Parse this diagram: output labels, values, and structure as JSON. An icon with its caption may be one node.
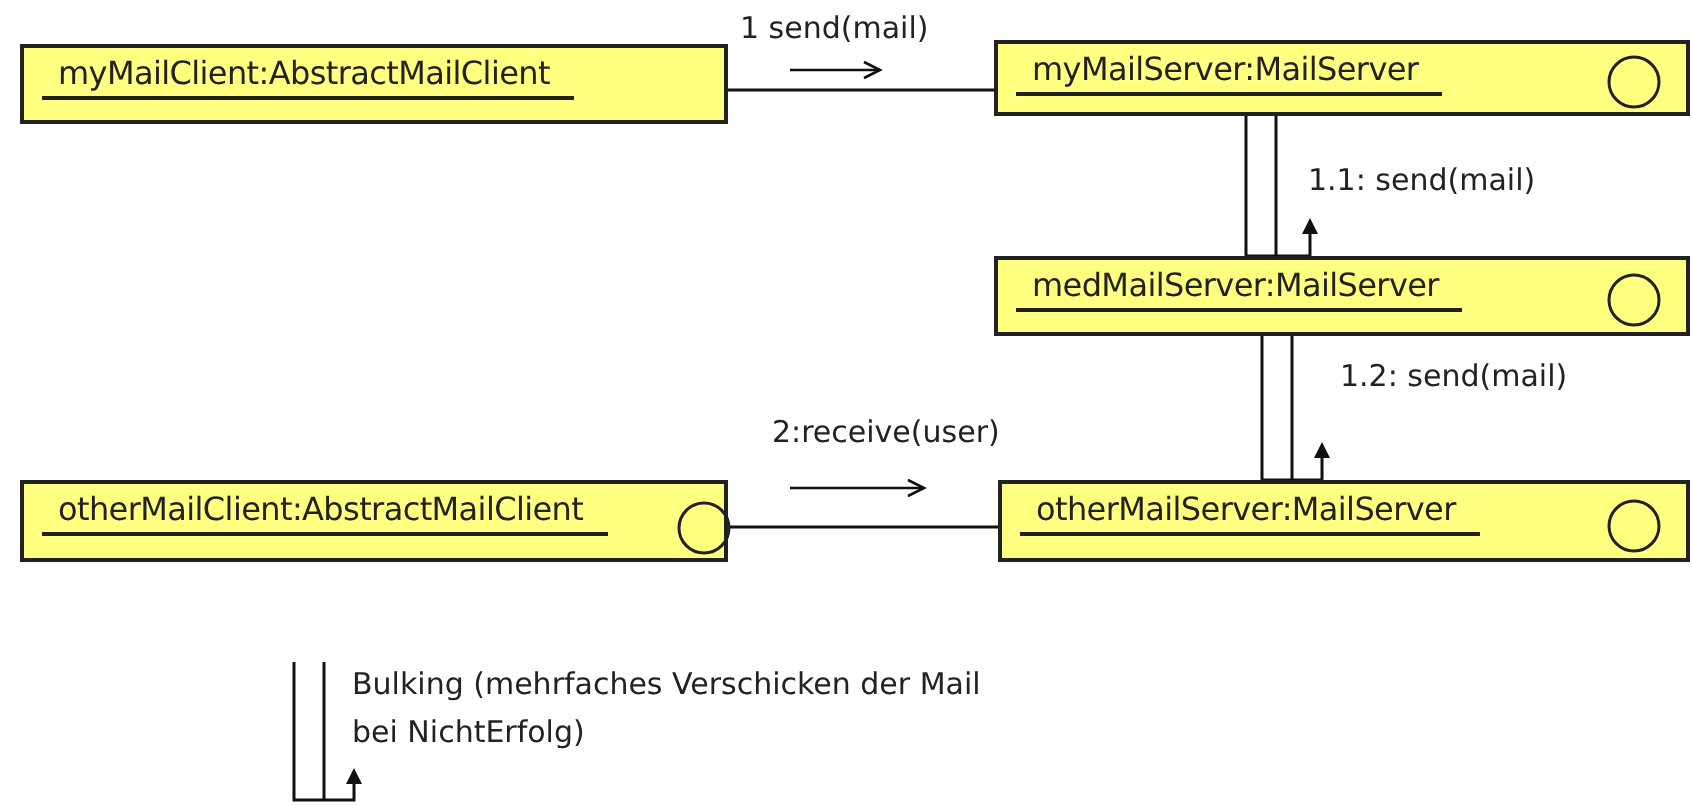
{
  "diagram": {
    "nodes": [
      {
        "text": [
          "myMailClient:AbstractMailClient"
        ]
      },
      {
        "text": [
          "myMailServer:MailServer"
        ]
      },
      {
        "text": [
          "medMailServer:MailServer"
        ]
      },
      {
        "text": [
          "otherMailClient:AbstractMailClient"
        ]
      },
      {
        "text": [
          "otherMailServer:MailServer"
        ]
      }
    ],
    "edges": [
      {
        "from": 0,
        "to": 1,
        "arrow": "none",
        "label": "1 send(mail)"
      },
      {
        "from": 1,
        "to": 2,
        "arrow": "none",
        "label": "1.1: send(mail)"
      },
      {
        "from": 2,
        "to": 4,
        "arrow": "none",
        "label": "1.2: send(mail)"
      },
      {
        "from": 3,
        "to": 4,
        "arrow": "none",
        "label": "2:receive(user)"
      }
    ],
    "legend": [
      {
        "text": "Bulking (mehrfaches Verschicken der Mail bei NichtErfolg)"
      }
    ]
  }
}
